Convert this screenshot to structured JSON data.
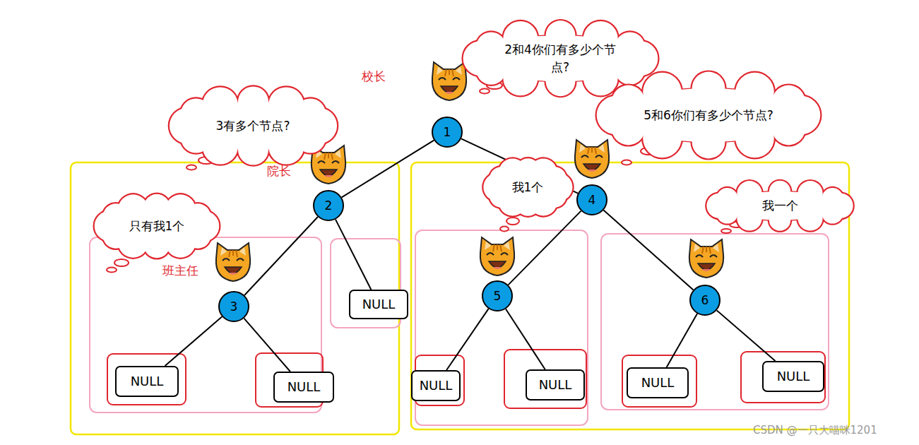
{
  "diagram": {
    "nodes": [
      {
        "text": [
          "2和4你们有多少个节点?"
        ]
      },
      {
        "text": [
          "3有多个节点?"
        ]
      },
      {
        "text": [
          "5和6你们有多少个节点?"
        ]
      },
      {
        "text": [
          "1"
        ]
      },
      {
        "text": [
          "我1个"
        ]
      },
      {
        "text": [
          "4"
        ]
      },
      {
        "text": [
          "我一个"
        ]
      },
      {
        "text": [
          "2"
        ]
      },
      {
        "text": [
          "只有我1个"
        ]
      },
      {
        "text": [
          "5"
        ]
      },
      {
        "text": [
          "NULL"
        ]
      },
      {
        "text": [
          "3"
        ]
      },
      {
        "text": [
          "6"
        ]
      },
      {
        "text": [
          "NULL"
        ]
      },
      {
        "text": [
          "NULL"
        ]
      },
      {
        "text": [
          "NULL"
        ]
      },
      {
        "text": [
          "NULL"
        ]
      },
      {
        "text": [
          "NULL"
        ]
      },
      {
        "text": [
          "NULL"
        ]
      }
    ],
    "edges": [
      {
        "from": 3,
        "to": 7,
        "arrow": "none"
      },
      {
        "from": 3,
        "to": 5,
        "arrow": "none"
      },
      {
        "from": 7,
        "to": 11,
        "arrow": "none"
      },
      {
        "from": 7,
        "to": 10,
        "arrow": "none"
      },
      {
        "from": 11,
        "to": 14,
        "arrow": "none"
      },
      {
        "from": 11,
        "to": 18,
        "arrow": "none"
      },
      {
        "from": 5,
        "to": 9,
        "arrow": "none"
      },
      {
        "from": 5,
        "to": 12,
        "arrow": "none"
      },
      {
        "from": 9,
        "to": 16,
        "arrow": "none"
      },
      {
        "from": 9,
        "to": 17,
        "arrow": "none"
      },
      {
        "from": 12,
        "to": 15,
        "arrow": "none"
      },
      {
        "from": 12,
        "to": 13,
        "arrow": "none"
      }
    ],
    "labels": [
      "校长",
      "院长",
      "班主任",
      "CSDN @一只大喵咪1201"
    ]
  }
}
